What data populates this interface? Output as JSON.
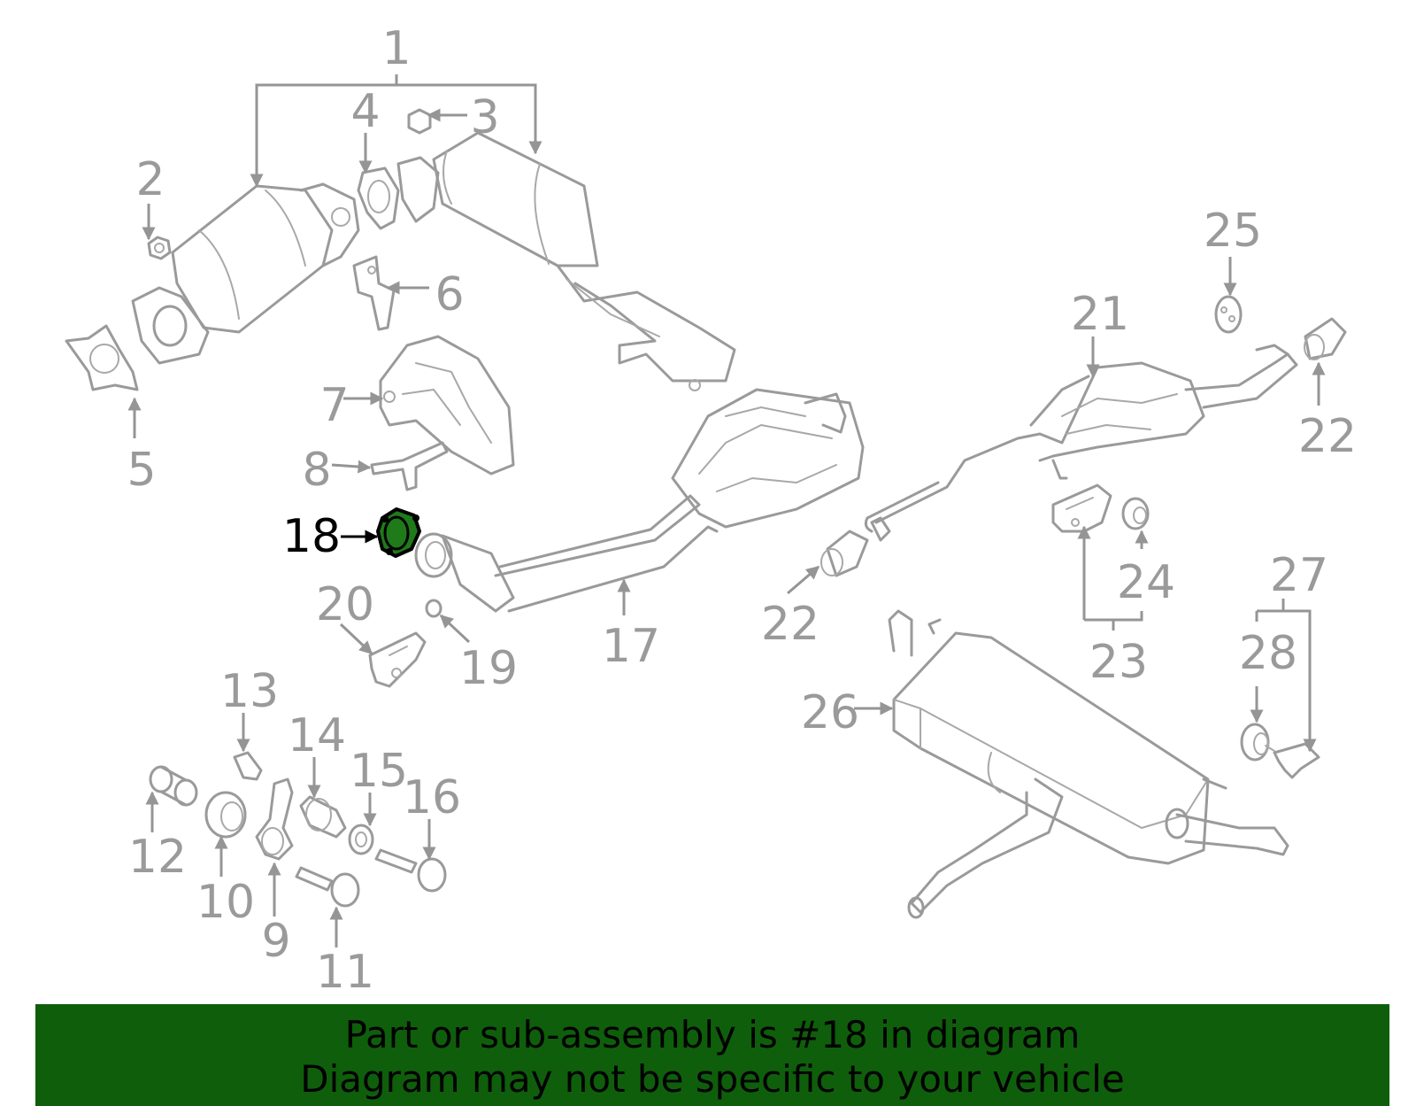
{
  "callouts": [
    "1",
    "2",
    "3",
    "4",
    "5",
    "6",
    "7",
    "8",
    "9",
    "10",
    "11",
    "12",
    "13",
    "14",
    "15",
    "16",
    "17",
    "18",
    "19",
    "20",
    "21",
    "22",
    "22",
    "23",
    "24",
    "25",
    "26",
    "27",
    "28"
  ],
  "highlighted_part": "18",
  "colors": {
    "highlight_fill": "#1f7a1a",
    "banner_bg": "#0f5e0b",
    "line_gray": "#9a9a9a",
    "label_gray": "#9a9a9a"
  },
  "banner": {
    "line1": "Part or sub-assembly is #18 in diagram",
    "line2": "Diagram may not be specific to your vehicle"
  }
}
